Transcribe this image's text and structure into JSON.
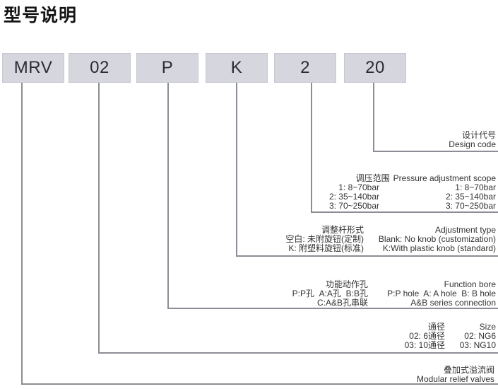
{
  "page": {
    "title": "型号说明"
  },
  "model_code": {
    "segments": [
      {
        "label": "MRV"
      },
      {
        "label": "02"
      },
      {
        "label": "P"
      },
      {
        "label": "K"
      },
      {
        "label": "2"
      },
      {
        "label": "20"
      }
    ]
  },
  "blocks": {
    "design_code": {
      "zh": "设计代号",
      "en": "Design code"
    },
    "pressure": {
      "header_zh": "调压范围",
      "header_en": "Pressure adjustment scope",
      "rows": [
        {
          "zh": "1: 8~70bar",
          "en": "1: 8~70bar"
        },
        {
          "zh": "2: 35~140bar",
          "en": "2: 35~140bar"
        },
        {
          "zh": "3: 70~250bar",
          "en": "3: 70~250bar"
        }
      ]
    },
    "adjustment": {
      "header_zh": "调整杆形式",
      "header_en": "Adjustment type",
      "rows": [
        {
          "zh": "空白: 未附旋钮(定制)",
          "en": "Blank: No knob (customization)"
        },
        {
          "zh": "K: 附塑料旋钮(标准)",
          "en": "K:With plastic knob (standard)"
        }
      ]
    },
    "function_bore": {
      "header_zh": "功能动作孔",
      "header_en": "Function bore",
      "rows": [
        {
          "zh": "P:P孔  A:A孔  B:B孔",
          "en": "P:P hole  A: A hole  B: B hole"
        },
        {
          "zh": "C:A&B孔串联",
          "en": "A&B series connection"
        }
      ]
    },
    "size": {
      "header_zh": "通径",
      "header_en": "Size",
      "rows": [
        {
          "zh": "02: 6通径",
          "en": "02: NG6"
        },
        {
          "zh": "03: 10通径",
          "en": "03: NG10"
        }
      ]
    },
    "product": {
      "zh": "叠加式溢流阀",
      "en": "Modular relief valves"
    }
  },
  "colors": {
    "box_fill": "#d5d6de",
    "connector_line": "#8d8d95",
    "text": "#333333"
  }
}
